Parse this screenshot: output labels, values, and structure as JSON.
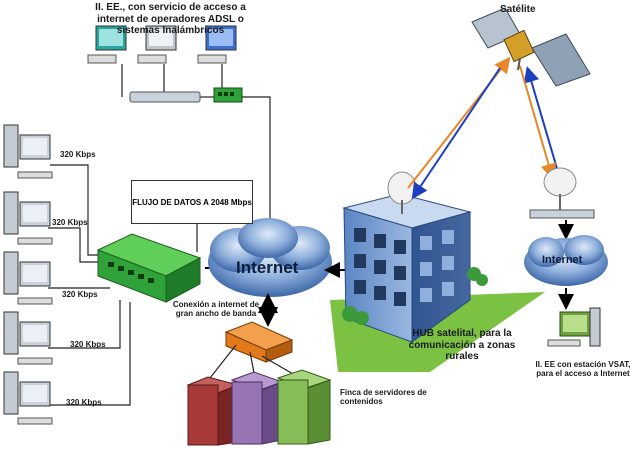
{
  "labels": {
    "top_title": "II. EE., con servicio de acceso a internet de operadores ADSL o sistemas Inalámbricos",
    "satellite": "Satélite",
    "flow_box": "FLUJO DE DATOS A 2048 Mbps",
    "kbps": [
      "320 Kbps",
      "320 Kbps",
      "320 Kbps",
      "320 Kbps",
      "320 Kbps"
    ],
    "internet_main": "Internet",
    "internet_right": "Internet",
    "broadband": "Conexión a internet de gran ancho de banda",
    "hub": "HUB satelital, para la comunicación a zonas rurales",
    "vsat": "II. EE con estación VSAT, para el acceso a Internet",
    "servers": "Finca de servidores de contenidos"
  },
  "colors": {
    "cloud": "#4a76b8",
    "switch_green": "#2fa33a",
    "switch_orange": "#e2791a",
    "arrow_orange": "#e8862a",
    "arrow_blue": "#1c3fbf",
    "lawn": "#7cc242"
  }
}
